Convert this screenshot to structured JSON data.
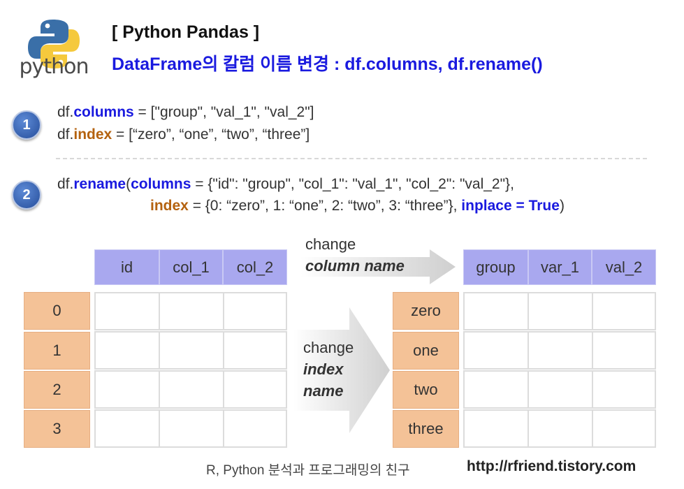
{
  "logo": {
    "word": "python"
  },
  "title": {
    "line1": "[ Python Pandas ]",
    "line2": "DataFrame의 칼럼 이름 변경 : df.columns, df.rename()"
  },
  "steps": [
    {
      "number": "1"
    },
    {
      "number": "2"
    }
  ],
  "code1": {
    "line1": {
      "prefix": "df.",
      "keyword": "columns",
      "rest": " = [\"group\", \"val_1\", \"val_2\"]"
    },
    "line2": {
      "prefix": "df.",
      "keyword": "index",
      "rest": " = [“zero”, “one”, “two”, “three”]"
    }
  },
  "code2": {
    "line1": {
      "prefix": "df.",
      "keyword": "rename",
      "paren": "(",
      "keyword2": "columns",
      "rest": " = {\"id\": \"group\", \"col_1\": \"val_1\", \"col_2\": \"val_2\"},"
    },
    "line2": {
      "keyword": "index",
      "rest": " = {0: “zero”, 1: “one”, 2: “two”, 3: “three”}, ",
      "keyword2": "inplace = True",
      "close": ")"
    }
  },
  "left_table": {
    "columns": [
      "id",
      "col_1",
      "col_2"
    ],
    "index": [
      "0",
      "1",
      "2",
      "3"
    ]
  },
  "right_table": {
    "columns": [
      "group",
      "var_1",
      "val_2"
    ],
    "index": [
      "zero",
      "one",
      "two",
      "three"
    ]
  },
  "arrow_columns": {
    "line1": "change",
    "line2": "column name"
  },
  "arrow_index": {
    "line1": "change",
    "line2": "index",
    "line3": "name"
  },
  "footer": {
    "text": "R, Python 분석과 프로그래밍의 친구",
    "url": "http://rfriend.tistory.com"
  },
  "colors": {
    "header_cell": "#a9a8ef",
    "index_cell": "#f4c297",
    "title_blue": "#1a1adf",
    "keyword_brown": "#b4620f"
  }
}
